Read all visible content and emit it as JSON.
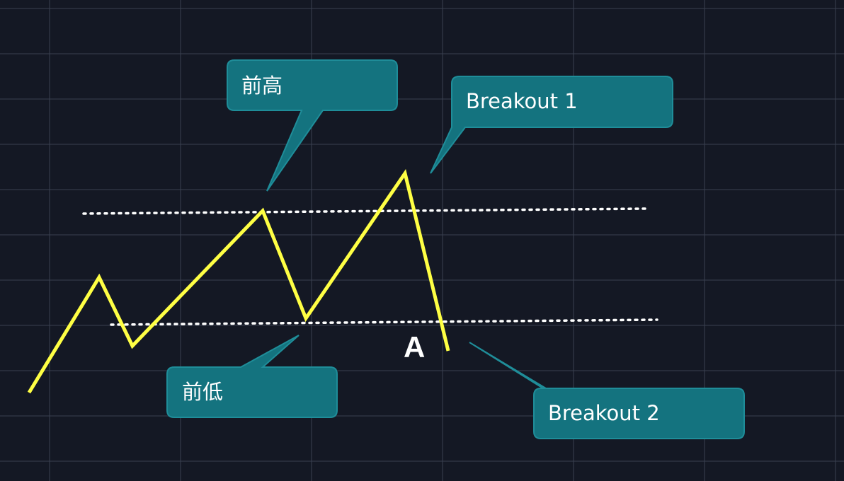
{
  "colors": {
    "background": "#141824",
    "grid": "#3a4050",
    "price_line": "#ffff44",
    "level_line": "#ffffff",
    "callout_fill": "#14737f",
    "callout_border": "#1f8d99",
    "text": "#ffffff"
  },
  "callouts": {
    "prev_high": "前高",
    "prev_low": "前低",
    "breakout_1": "Breakout 1",
    "breakout_2": "Breakout 2"
  },
  "point_label": "A"
}
